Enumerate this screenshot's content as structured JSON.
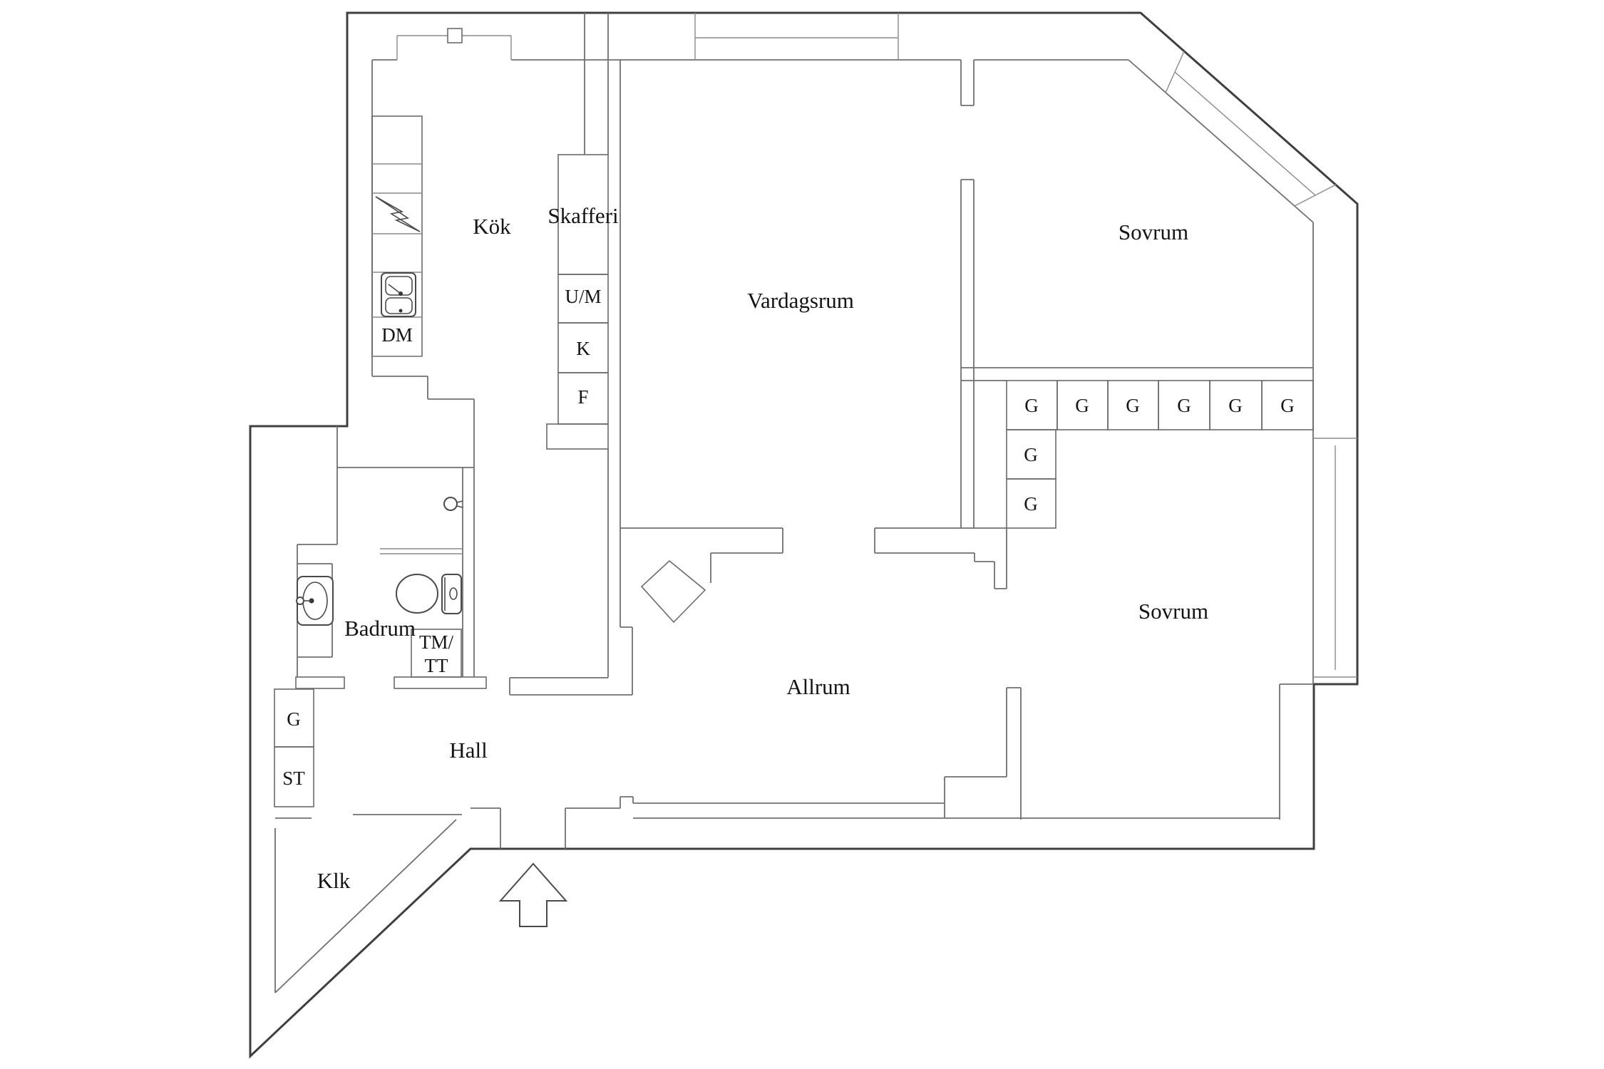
{
  "document": {
    "kind": "apartment floor plan",
    "language": "Swedish"
  },
  "rooms": {
    "kitchen": "Kök",
    "pantry": "Skafferi",
    "living_room": "Vardagsrum",
    "bedroom_top": "Sovrum",
    "bedroom_right": "Sovrum",
    "bathroom": "Badrum",
    "family_room": "Allrum",
    "hall": "Hall",
    "closet": "Klk"
  },
  "appliances": {
    "oven_microwave": "U/M",
    "fridge": "K",
    "freezer": "F",
    "dishwasher": "DM",
    "washer_line1": "TM/",
    "washer_line2": "TT"
  },
  "storage": {
    "wardrobe_row": [
      "G",
      "G",
      "G",
      "G",
      "G",
      "G"
    ],
    "wardrobe_column": [
      "G",
      "G"
    ],
    "hall_wardrobe": "G",
    "hall_shelf": "ST"
  },
  "colors": {
    "background": "#ffffff",
    "outer_wall": "#3f3f3f",
    "partition": "#707070",
    "text": "#141414"
  }
}
